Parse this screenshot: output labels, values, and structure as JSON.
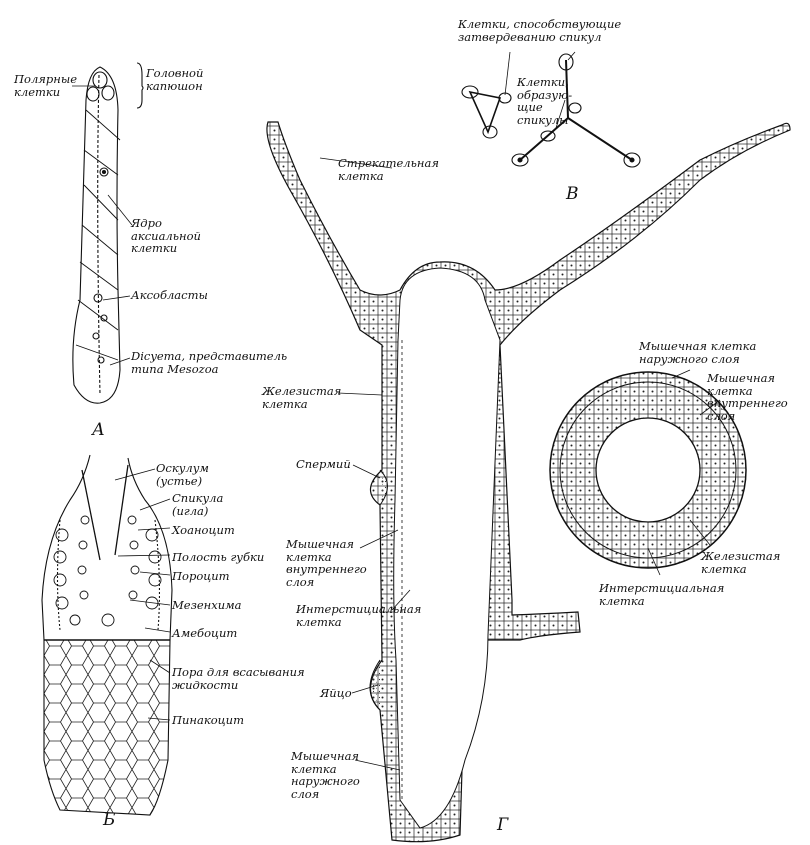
{
  "panels": {
    "a": {
      "letter": "А",
      "labels": {
        "polar": "Полярные\nклетки",
        "head": "Головной\nкапюшон",
        "nucleus": "Ядро\nаксиальной\nклетки",
        "axoblasts": "Аксобласты",
        "dicyema": "Dicyema, представитель\nтипа Mesozoa"
      }
    },
    "b": {
      "letter": "Б",
      "labels": {
        "osculum": "Оскулум\n(устье)",
        "spicule": "Спикула\n(игла)",
        "choanocyte": "Хоаноцит",
        "cavity": "Полость губки",
        "porocyte": "Пороцит",
        "mesenchyme": "Мезенхима",
        "amoebocyte": "Амебоцит",
        "pore": "Пора для всасывания\nжидкости",
        "pinacocyte": "Пинакоцит"
      }
    },
    "c": {
      "letter": "В",
      "labels": {
        "hardening": "Клетки, способствующие\nзатвердеванию спикул",
        "forming": "Клетки,\nобразую-\nщие\nспикулы"
      }
    },
    "d": {
      "letter": "Г",
      "labels": {
        "cnidocyte": "Стрекательная\nклетка",
        "gland": "Железистая\nклетка",
        "spermary": "Спермий",
        "muscle_inner": "Мышечная\nклетка\nвнутреннего\nслоя",
        "interstitial": "Интерстициальная\nклетка",
        "egg": "Яйцо",
        "muscle_outer": "Мышечная\nклетка\nнаружного\nслоя"
      }
    },
    "section": {
      "labels": {
        "muscle_outer": "Мышечная клетка\nнаружного слоя",
        "muscle_inner": "Мышечная\nклетка\nвнутреннего\nслоя",
        "gland": "Железистая\nклетка",
        "interstitial": "Интерстициальная\nклетка"
      }
    }
  }
}
